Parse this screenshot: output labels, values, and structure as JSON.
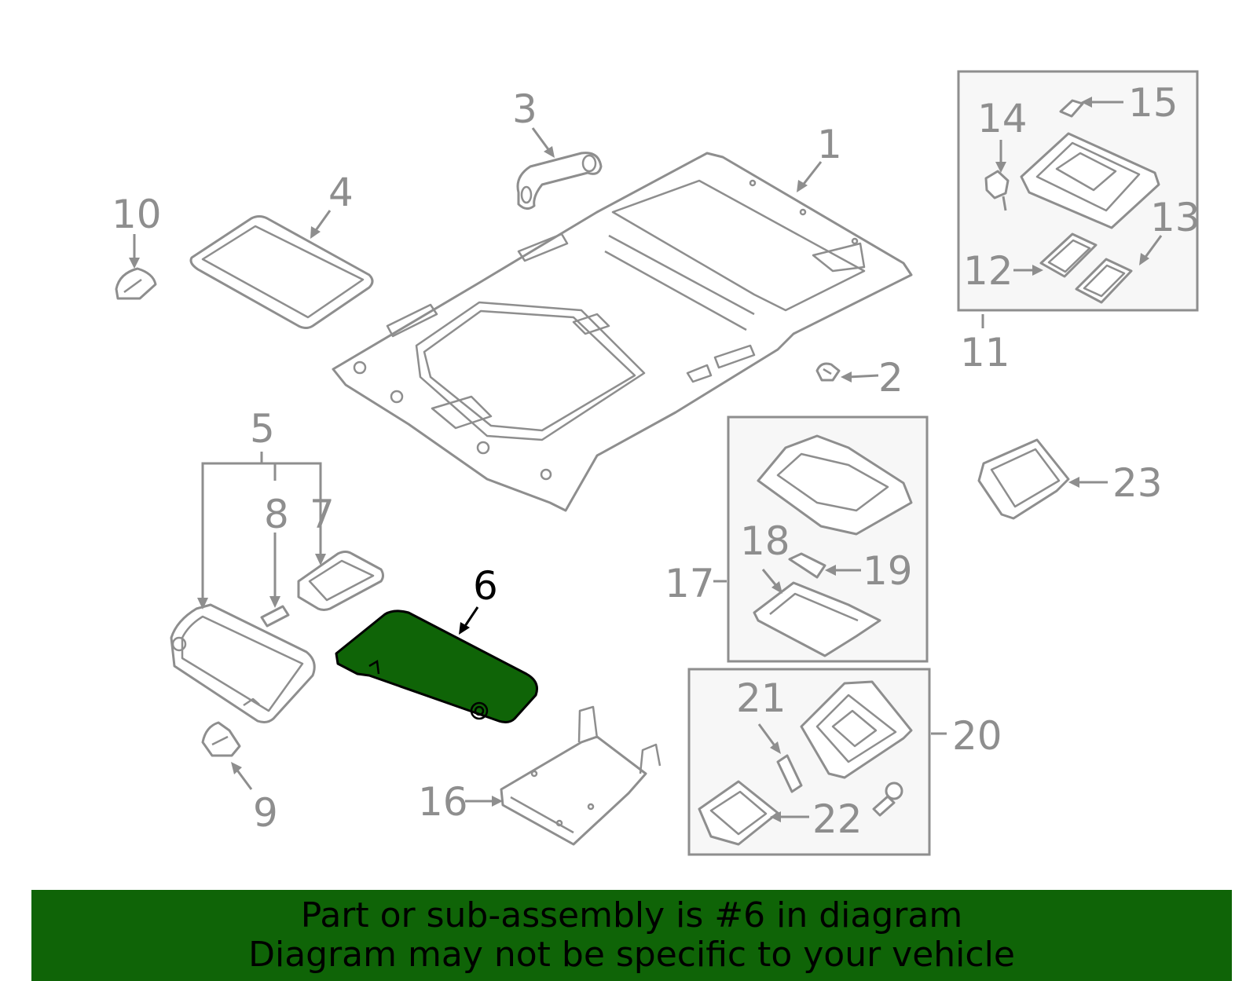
{
  "diagram": {
    "callouts": {
      "c1": "1",
      "c2": "2",
      "c3": "3",
      "c4": "4",
      "c5": "5",
      "c6": "6",
      "c7": "7",
      "c8": "8",
      "c9": "9",
      "c10": "10",
      "c11": "11",
      "c12": "12",
      "c13": "13",
      "c14": "14",
      "c15": "15",
      "c16": "16",
      "c17": "17",
      "c18": "18",
      "c19": "19",
      "c20": "20",
      "c21": "21",
      "c22": "22",
      "c23": "23"
    },
    "highlighted_part": "6",
    "highlight_color": "#0f6407",
    "line_color": "#8e8e8e"
  },
  "banner": {
    "line1": "Part or sub-assembly is #6 in diagram",
    "line2": "Diagram may not be specific to your vehicle",
    "background": "#0f6407"
  }
}
